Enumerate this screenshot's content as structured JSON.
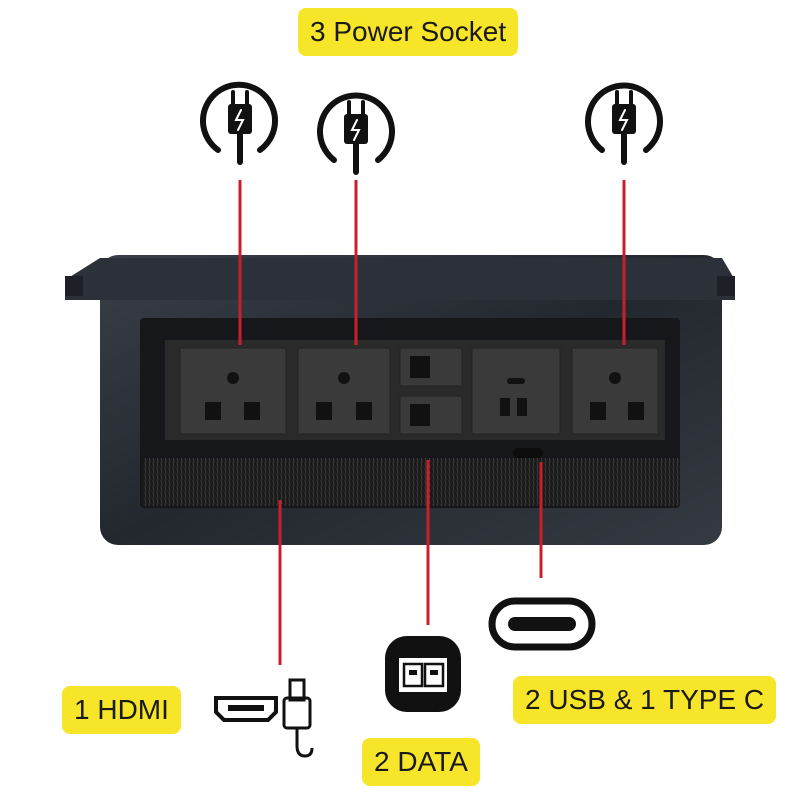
{
  "labels": {
    "power": "3  Power Socket",
    "hdmi": "1 HDMI",
    "usb": "2 USB & 1 TYPE C",
    "data": "2 DATA"
  },
  "colors": {
    "highlight": "#f7e52a",
    "connector_line": "#c8202a",
    "housing": "#2b2f36",
    "panel": "#333333"
  },
  "icons": [
    "power-plug-icon",
    "power-plug-icon",
    "power-plug-icon",
    "hdmi-icon",
    "ethernet-port-icon",
    "usb-c-port-icon"
  ]
}
